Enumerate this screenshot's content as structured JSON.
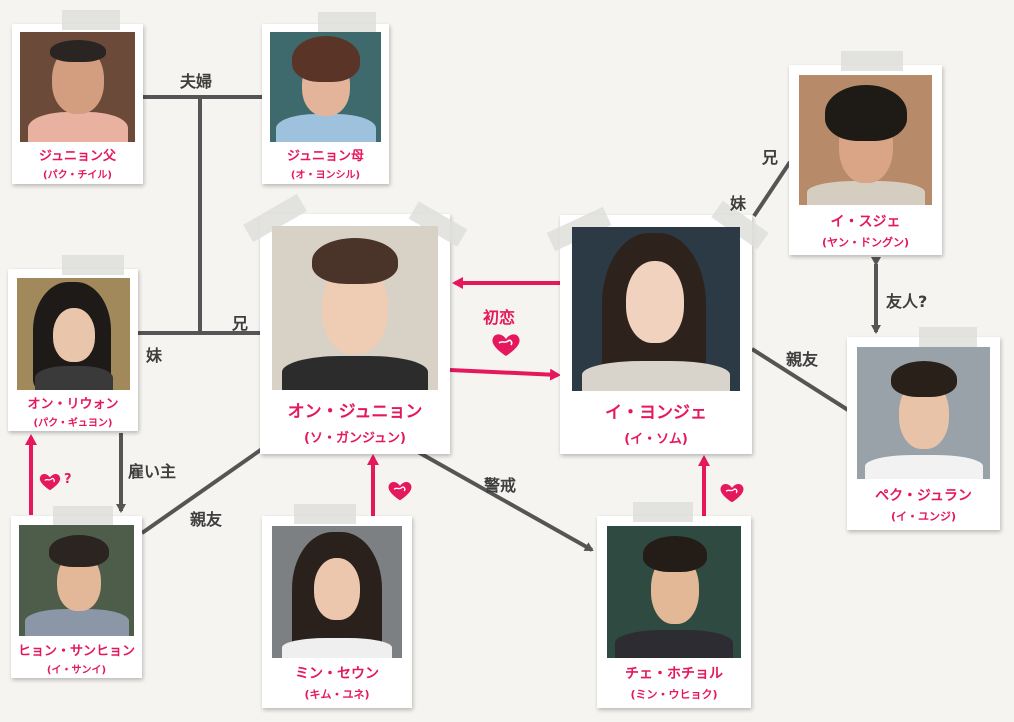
{
  "people": {
    "junyoung_father": {
      "name": "ジュニョン父",
      "actor": "(パク・チイル)"
    },
    "junyoung_mother": {
      "name": "ジュニョン母",
      "actor": "(オ・ヨンシル)"
    },
    "riwon": {
      "name": "オン・リウォン",
      "actor": "(パク・ギュヨン)"
    },
    "junyoung": {
      "name": "オン・ジュニョン",
      "actor": "(ソ・ガンジュン)"
    },
    "yonju": {
      "name": "イ・ヨンジェ",
      "actor": "(イ・ソム)"
    },
    "suje": {
      "name": "イ・スジェ",
      "actor": "(ヤン・ドングン)"
    },
    "juran": {
      "name": "ペク・ジュラン",
      "actor": "(イ・ユンジ)"
    },
    "sanhyon": {
      "name": "ヒョン・サンヒョン",
      "actor": "(イ・サンイ)"
    },
    "seun": {
      "name": "ミン・セウン",
      "actor": "(キム・ユネ)"
    },
    "hochoru": {
      "name": "チェ・ホチョル",
      "actor": "(ミン・ウヒョク)"
    }
  },
  "relations": {
    "couple": "夫婦",
    "older_brother_left": "兄",
    "younger_sister_left": "妹",
    "first_love": "初恋",
    "older_brother_right": "兄",
    "younger_sister_right": "妹",
    "friend_question": "友人?",
    "best_friend_right": "親友",
    "employer": "雇い主",
    "best_friend_left": "親友",
    "caution": "警戒",
    "love_question": "?"
  },
  "colors": {
    "accent": "#e5185e",
    "line": "#555555",
    "background": "#f6f4f0"
  }
}
